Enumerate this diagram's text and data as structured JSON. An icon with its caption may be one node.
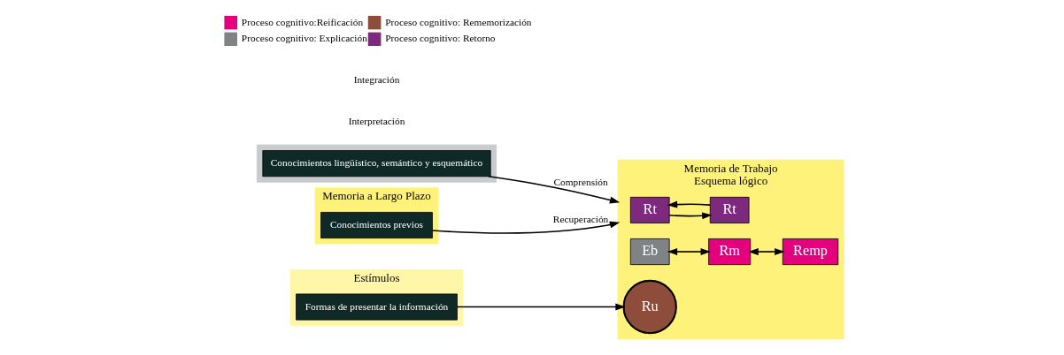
{
  "diagram": {
    "nodes": [
      {
        "text": [],
        "shape": "box"
      },
      {
        "text": [
          "Conocimientos lingüístico, semántico y esquemático"
        ],
        "in": 0
      },
      {
        "text": [
          "Memoria de Trabajo",
          "Esquema lógico"
        ]
      },
      {
        "text": [
          "Rt"
        ],
        "in": 2
      },
      {
        "text": [
          "Eb"
        ],
        "in": 2
      },
      {
        "text": [
          "Rm"
        ],
        "in": 2
      },
      {
        "text": [
          "Remp"
        ],
        "in": 2
      },
      {
        "text": [
          "Rt"
        ],
        "in": 2
      },
      {
        "text": [
          "Ru"
        ],
        "in": 2
      },
      {
        "text": [
          "Memoria a Largo Plazo"
        ]
      },
      {
        "text": [
          "Conocimientos previos"
        ],
        "in": 9
      },
      {
        "text": [
          "Estímulos"
        ]
      },
      {
        "text": [
          "Formas de presentar la información"
        ],
        "in": 11
      }
    ],
    "edges": [
      {
        "from": 1,
        "to": 2,
        "arrow": "to",
        "label": "Comprensión"
      },
      {
        "from": 10,
        "to": 2,
        "arrow": "to",
        "label": "Recuperación"
      },
      {
        "from": 7,
        "to": 3,
        "arrow": "to"
      },
      {
        "from": 3,
        "to": 7,
        "arrow": "to"
      },
      {
        "from": 4,
        "to": 5,
        "arrow": "both"
      },
      {
        "from": 5,
        "to": 6,
        "arrow": "both"
      },
      {
        "from": 12,
        "to": 8,
        "arrow": "to"
      }
    ],
    "labels": [
      "Interpretación",
      "Integración"
    ],
    "legend": [
      {
        "text": "Proceso cognitivo:Reificación",
        "color": "#e5007e"
      },
      {
        "text": "Proceso cognitivo: Rememorización",
        "color": "#8e4c3a"
      },
      {
        "text": "Proceso cognitivo: Explicación",
        "color": "#7f8385"
      },
      {
        "text": "Proceso cognitivo: Retorno",
        "color": "#7d2a7e"
      }
    ]
  }
}
